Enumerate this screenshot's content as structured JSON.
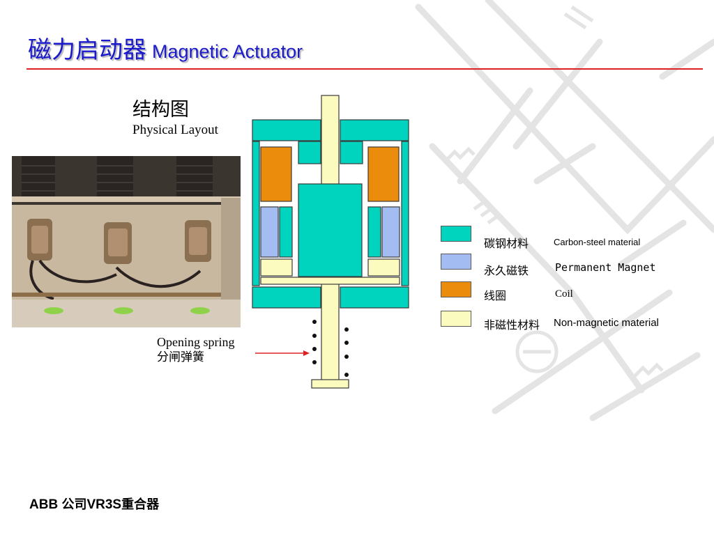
{
  "title": {
    "zh": "磁力启动器",
    "en": "Magnetic Actuator"
  },
  "layout_title": {
    "zh": "结构图",
    "en": "Physical Layout"
  },
  "spring_label": {
    "en": "Opening spring",
    "zh": "分闸弹簧"
  },
  "legend": [
    {
      "zh": "碳钢材料",
      "en": "Carbon-steel material",
      "color": "#00d3be"
    },
    {
      "zh": "永久磁铁",
      "en": "Permanent Magnet",
      "color": "#a3bcf2"
    },
    {
      "zh": "线圈",
      "en": "Coil",
      "color": "#eb8c0d"
    },
    {
      "zh": "非磁性材料",
      "en": "Non-magnetic material",
      "color": "#fcfbbf"
    }
  ],
  "footer": {
    "brand": "ABB",
    "zh_company": "公司",
    "model": "VR3S",
    "zh_product": "重合器"
  },
  "colors": {
    "title": "#1a1acc",
    "rule": "#e02020",
    "arrow": "#e02020",
    "outline": "#3a3a3a"
  }
}
